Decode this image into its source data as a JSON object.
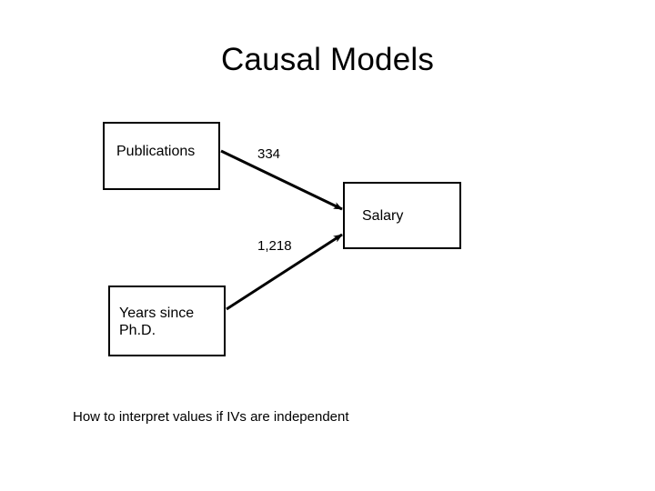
{
  "slide": {
    "title": "Causal Models",
    "caption": "How to interpret values if IVs are independent",
    "background_color": "#ffffff",
    "line_color": "#000000",
    "text_color": "#000000"
  },
  "diagram": {
    "type": "path-diagram",
    "nodes": [
      {
        "id": "publications",
        "label": "Publications"
      },
      {
        "id": "salary",
        "label": "Salary"
      },
      {
        "id": "years_since_phd",
        "label": "Years since\nPh.D."
      }
    ],
    "edges": [
      {
        "id": "pub-to-salary",
        "from": "publications",
        "to": "salary",
        "label": "334",
        "arrow": "to"
      },
      {
        "id": "years-to-salary",
        "from": "years_since_phd",
        "to": "salary",
        "label": "1,218",
        "arrow": "to"
      }
    ]
  }
}
